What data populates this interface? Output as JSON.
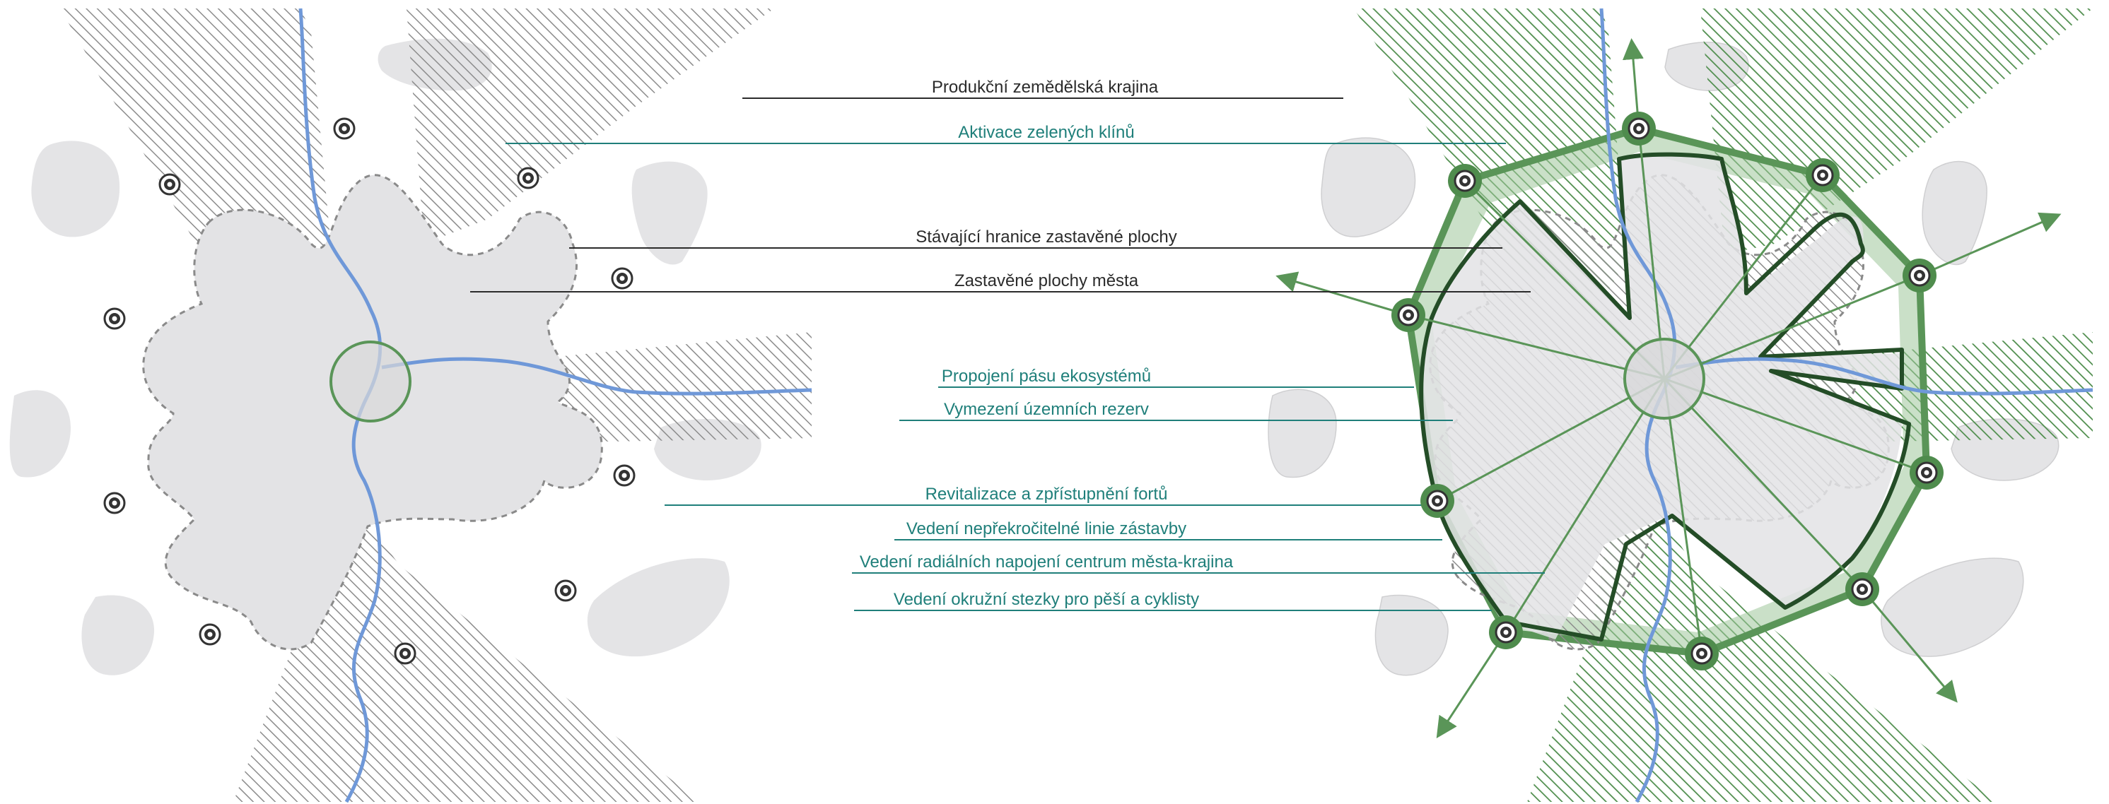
{
  "labels": {
    "produkcni": "Produkční zemědělská krajina",
    "aktivace": "Aktivace zelených klínů",
    "stavajici": "Stávající hranice zastavěné plochy",
    "zastavene": "Zastavěné plochy města",
    "propojeni": "Propojení pásu ekosystémů",
    "vymezeni": "Vymezení územních rezerv",
    "revitalizace": "Revitalizace a zpřístupnění fortů",
    "vedeni_linie": "Vedení nepřekročitelné linie zástavby",
    "vedeni_radialnich": "Vedení radiálních napojení centrum města-krajina",
    "vedeni_okruzni": "Vedení okružní stezky pro pěší a cyklisty"
  },
  "colors": {
    "dark_label": "#2b2b2b",
    "teal_label": "#1f7f7a",
    "river": "#6f98d8",
    "green": "#5a9558",
    "dark_green": "#2d5a2f",
    "built_gray": "#e3e3e5",
    "hatch_gray": "#9a9a9a"
  },
  "icons": {
    "fort": "fort-target-icon",
    "arrow": "radial-arrow-icon"
  }
}
